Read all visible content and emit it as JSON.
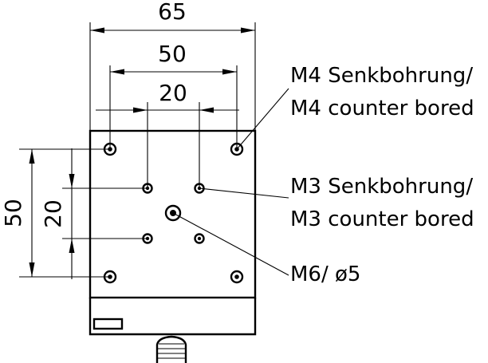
{
  "dimensions": {
    "width_outer": "65",
    "width_middle": "50",
    "width_inner": "20",
    "height_outer": "50",
    "height_inner": "20"
  },
  "labels": {
    "m4_line1": "M4 Senkbohrung/",
    "m4_line2": "M4 counter bored",
    "m3_line1": "M3 Senkbohrung/",
    "m3_line2": "M3 counter bored",
    "m6": "M6/ ø5"
  }
}
